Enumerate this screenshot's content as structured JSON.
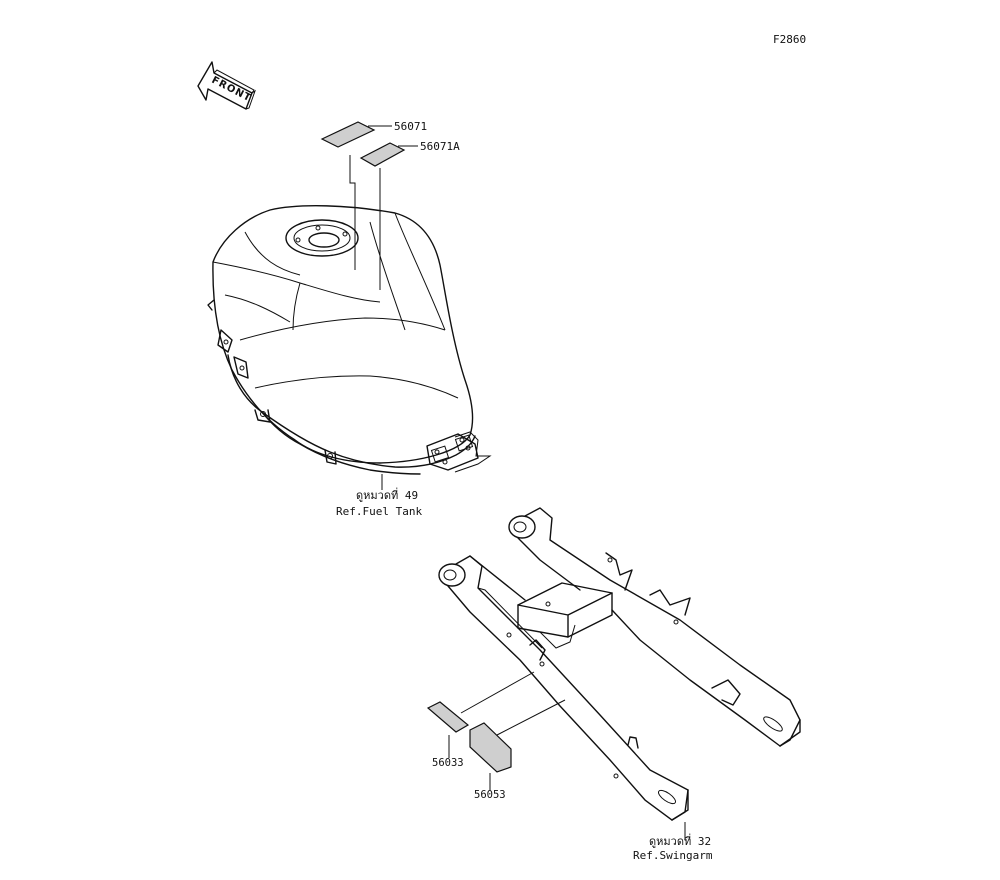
{
  "figure_code": "F2860",
  "front_indicator": {
    "text": "FRONT",
    "icon": "front-arrow-icon"
  },
  "parts": {
    "p56071": "56071",
    "p56071A": "56071A",
    "p56033": "56033",
    "p56053": "56053"
  },
  "references": {
    "fuel_tank": {
      "thai": "ดูหมวดที่ 49",
      "en": "Ref.Fuel Tank"
    },
    "swingarm": {
      "thai": "ดูหมวดที่ 32",
      "en": "Ref.Swingarm"
    }
  },
  "colors": {
    "line": "#111111",
    "label_fill": "#cfcfcf",
    "background": "#ffffff"
  }
}
